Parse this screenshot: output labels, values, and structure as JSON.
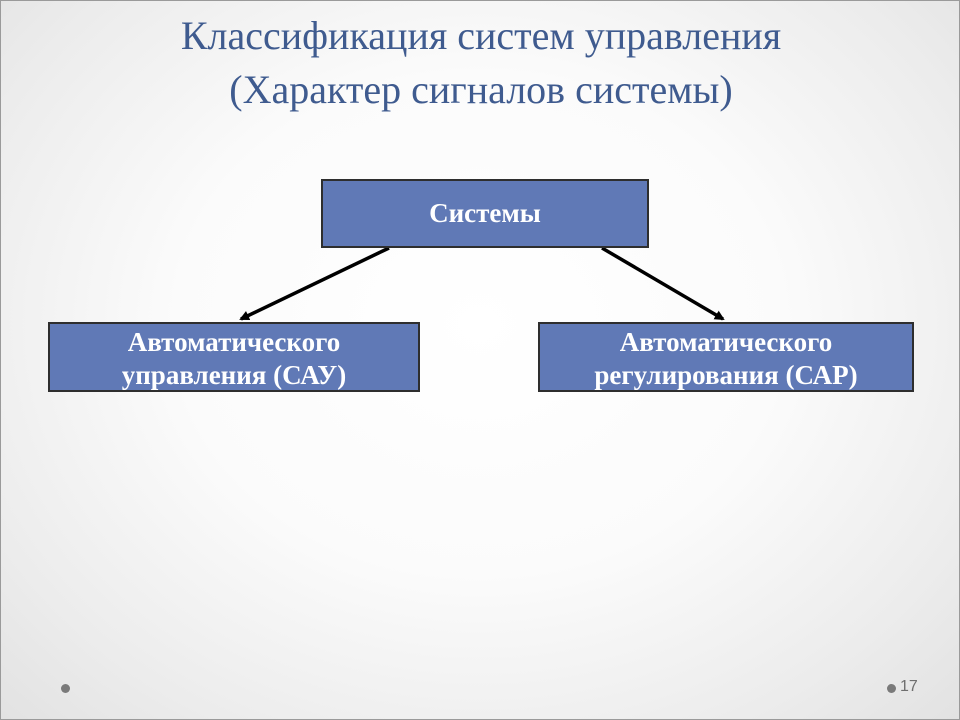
{
  "slide": {
    "title_line1": "Классификация систем управления",
    "title_line2": "(Характер сигналов системы)",
    "page_number": "17"
  },
  "diagram": {
    "root": {
      "label": "Системы"
    },
    "children": [
      {
        "line1": "Автоматического",
        "line2": "управления (САУ)"
      },
      {
        "line1": "Автоматического",
        "line2": "регулирования (САР)"
      }
    ]
  },
  "colors": {
    "title": "#3f5b8f",
    "box_fill": "#6079b6",
    "box_border": "#2e2e2e",
    "box_text": "#ffffff",
    "arrow": "#000000"
  }
}
